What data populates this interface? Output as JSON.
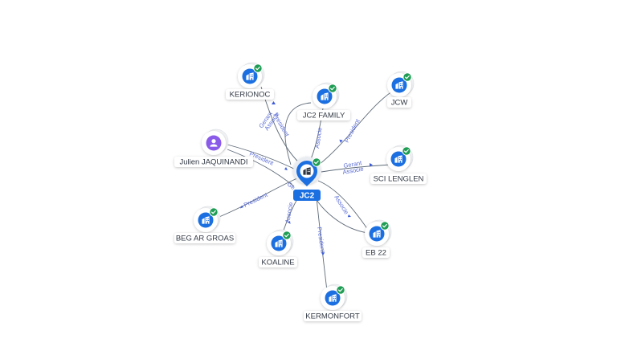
{
  "center": {
    "label": "JC2",
    "icon": "company-icon",
    "verified": true
  },
  "nodes": [
    {
      "id": "kerionoc",
      "label": "KERIONOC",
      "type": "company",
      "verified": true
    },
    {
      "id": "jc2family",
      "label": "JC2 FAMILY",
      "type": "company",
      "verified": true
    },
    {
      "id": "jcw",
      "label": "JCW",
      "type": "company",
      "verified": true
    },
    {
      "id": "julien",
      "label": "Julien JAQUINANDI",
      "type": "person",
      "verified": false
    },
    {
      "id": "scilenglen",
      "label": "SCI LENGLEN",
      "type": "company",
      "verified": true
    },
    {
      "id": "begargroas",
      "label": "BEG AR GROAS",
      "type": "company",
      "verified": true
    },
    {
      "id": "koaline",
      "label": "KOALINE",
      "type": "company",
      "verified": true
    },
    {
      "id": "eb22",
      "label": "EB 22",
      "type": "company",
      "verified": true
    },
    {
      "id": "kermonfort",
      "label": "KERMONFORT",
      "type": "company",
      "verified": true
    }
  ],
  "edge_labels": {
    "kerionoc_gerant": "Gerant",
    "kerionoc_associe": "Associe",
    "kerionoc_president": "President",
    "jc2family_associe": "Associe",
    "jcw_president": "President",
    "julien_president": "President",
    "julien_ge": "Ge",
    "sci_gerant": "Gerant",
    "sci_associe": "Associe",
    "beg_president": "President",
    "koaline_associe": "Associe",
    "eb22_associe": "Associe",
    "kermonfort_president": "President"
  },
  "colors": {
    "company_blue": "#1b6fe0",
    "person_purple": "#8a5be8",
    "check_green": "#1f9d55",
    "edge_label_blue": "#5b6dd6",
    "edge_gray": "#5f6b78"
  }
}
